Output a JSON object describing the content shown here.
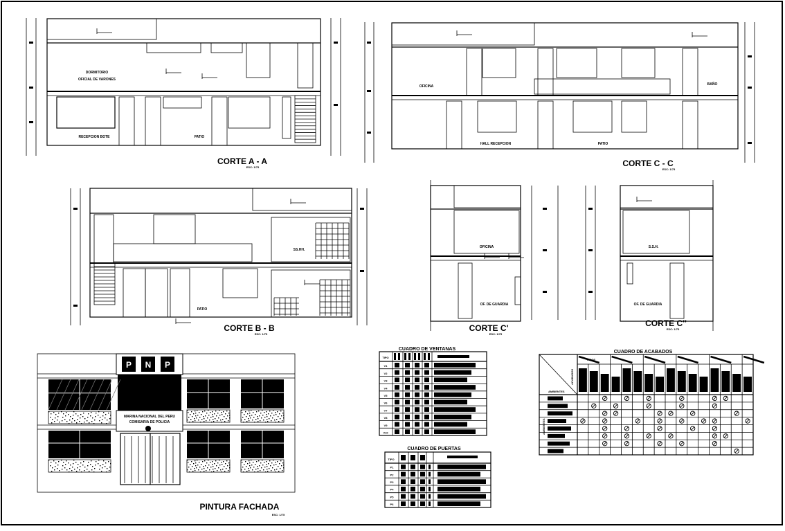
{
  "sheet": {
    "sections": {
      "corte_aa": {
        "title": "CORTE A - A",
        "scale": "ESC: 1/75",
        "rooms": [
          "DORMITORIO",
          "OFICIAL DE VARONES",
          "RECEPCION BOTE",
          "PATIO"
        ]
      },
      "corte_cc": {
        "title": "CORTE C - C",
        "scale": "ESC: 1/75",
        "rooms": [
          "OFICINA",
          "HALL RECEPCION",
          "PATIO",
          "BAÑO"
        ]
      },
      "corte_bb": {
        "title": "CORTE B - B",
        "scale": "ESC: 1/75",
        "rooms": [
          "SS.HH.",
          "PATIO"
        ]
      },
      "corte_c1": {
        "title": "CORTE C'",
        "scale": "ESC: 1/75",
        "rooms": [
          "OFICINA",
          "OF. DE GUARDIA"
        ]
      },
      "corte_c2": {
        "title": "CORTE C''",
        "scale": "ESC: 1/75",
        "rooms": [
          "S.S.H.",
          "OF. DE GUARDIA"
        ]
      },
      "fachada": {
        "title": "PINTURA FACHADA",
        "scale": "ESC: 1/75",
        "sign": [
          "P",
          "N",
          "P"
        ],
        "plaque": [
          "MARINA NACIONAL DEL PERU",
          "COMISARIA DE POLICIA"
        ]
      }
    },
    "tables": {
      "ventanas": {
        "title": "CUADRO DE VENTANAS",
        "header": "TIPO",
        "rows": [
          "V1",
          "V2",
          "V3",
          "V4",
          "V5",
          "V6",
          "V7",
          "V8",
          "V9",
          "V10"
        ]
      },
      "puertas": {
        "title": "CUADRO DE PUERTAS",
        "header": "TIPO",
        "rows": [
          "P1",
          "P2",
          "P3",
          "P4",
          "P5",
          "P6"
        ]
      },
      "acabados": {
        "title": "CUADRO DE ACABADOS",
        "diag_top": "ACABADOS",
        "diag_bottom": "AMBIENTES",
        "group_first": "PISOS",
        "side": "AMBIENTES"
      }
    }
  }
}
